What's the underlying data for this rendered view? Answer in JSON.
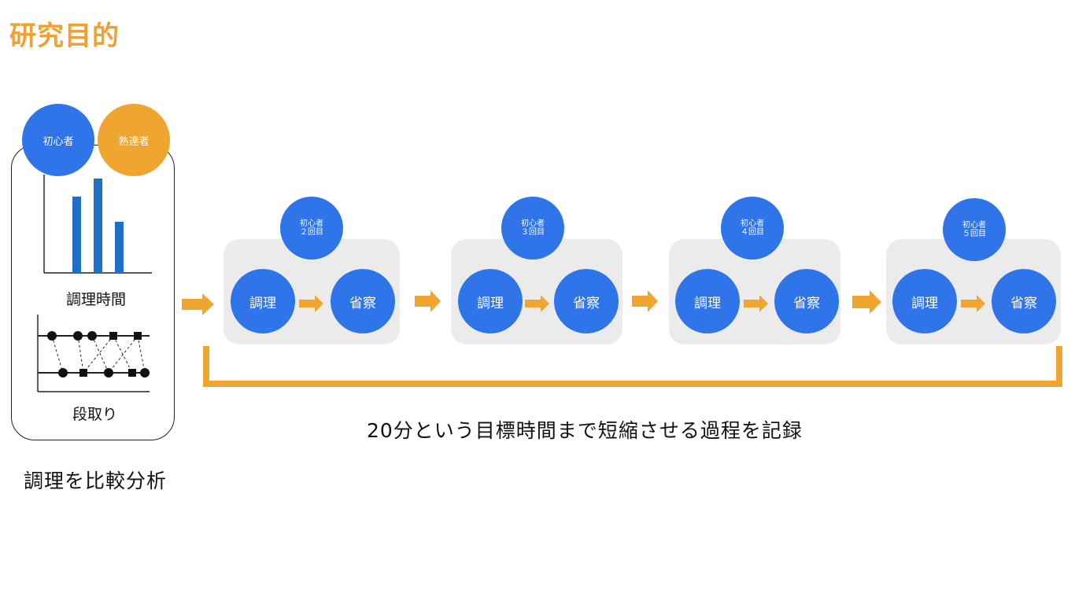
{
  "title": "研究目的",
  "compare": {
    "beginner": "初心者",
    "expert": "熟達者",
    "chart_caption": "調理時間",
    "setup_caption": "段取り",
    "summary": "調理を比較分析"
  },
  "chart_data": {
    "type": "bar",
    "categories": [
      "",
      "",
      ""
    ],
    "values": [
      97,
      120,
      65
    ],
    "title": "",
    "xlabel": "",
    "ylabel": "",
    "colors": [
      "#1f6fc6"
    ]
  },
  "stages": [
    {
      "top_label": "初心者\n２回目",
      "cook": "調理",
      "reflect": "省察"
    },
    {
      "top_label": "初心者\n３回目",
      "cook": "調理",
      "reflect": "省察"
    },
    {
      "top_label": "初心者\n４回目",
      "cook": "調理",
      "reflect": "省察"
    },
    {
      "top_label": "初心者\n５回目",
      "cook": "調理",
      "reflect": "省察"
    }
  ],
  "goal_text": "20分という目標時間まで短縮させる過程を記録",
  "colors": {
    "blue": "#2f74e8",
    "orange": "#f0a530",
    "title": "#f0a030",
    "gray_box": "#ebebeb"
  }
}
